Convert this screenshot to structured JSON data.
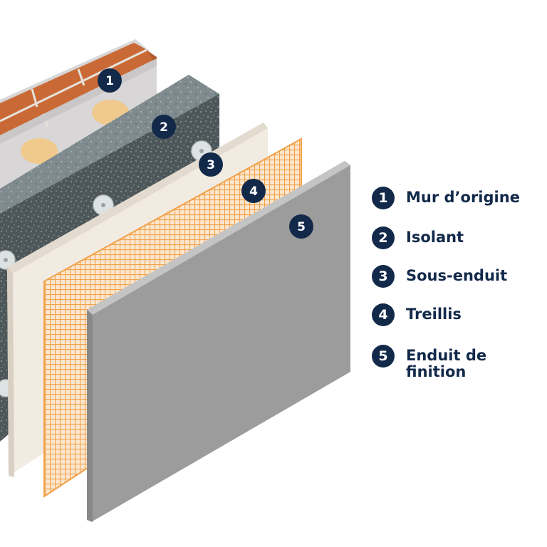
{
  "colors": {
    "navy": "#12294a",
    "brick": "#c96a36",
    "mortar": "#e6e2dc",
    "wall_face": "#d8d6d6",
    "adhesive": "#f0c98c",
    "insulation": "#4d5659",
    "insulation_speckle": "#7e8a8c",
    "undercoat": "#f1ebe2",
    "mesh": "#f2a24a",
    "finish": "#9c9c9c"
  },
  "layers": [
    {
      "number": "1",
      "label": "Mur d’origine",
      "icon": "brick-wall-icon"
    },
    {
      "number": "2",
      "label": "Isolant",
      "icon": "insulation-board-icon"
    },
    {
      "number": "3",
      "label": "Sous-enduit",
      "icon": "undercoat-icon"
    },
    {
      "number": "4",
      "label": "Treillis",
      "icon": "mesh-icon"
    },
    {
      "number": "5",
      "label": "Enduit de\nfinition",
      "icon": "finish-coat-icon"
    }
  ]
}
